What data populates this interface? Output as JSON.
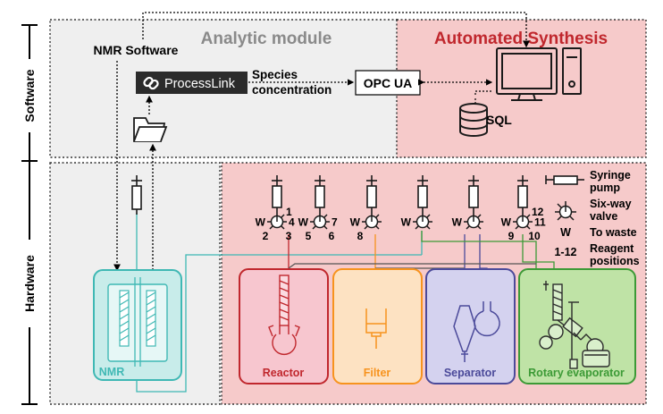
{
  "sections": {
    "software": "Software",
    "hardware": "Hardware"
  },
  "modules": {
    "analytic": "Analytic module",
    "automated": "Automated Synthesis"
  },
  "software_labels": {
    "nmr_software": "NMR Software",
    "processlink": "ProcessLink",
    "species_line1": "Species",
    "species_line2": "concentration",
    "opcua": "OPC UA",
    "sql": "SQL"
  },
  "valves": [
    {
      "left": "W",
      "ports": [
        "1",
        "2",
        "3",
        "4"
      ]
    },
    {
      "left": "W",
      "ports": [
        "",
        "5",
        "6",
        "7"
      ]
    },
    {
      "left": "W",
      "ports": [
        "",
        "8",
        "",
        ""
      ]
    },
    {
      "left": "W",
      "ports": [
        "",
        "",
        "",
        ""
      ]
    },
    {
      "left": "W",
      "ports": [
        "",
        "",
        "",
        ""
      ]
    },
    {
      "left": "W",
      "ports": [
        "12",
        "9",
        "10",
        "11"
      ]
    }
  ],
  "legend": {
    "syringe_line1": "Syringe",
    "syringe_line2": "pump",
    "valve_line1": "Six-way",
    "valve_line2": "valve",
    "w_symbol": "W",
    "waste": "To waste",
    "range": "1-12",
    "reagent_line1": "Reagent",
    "reagent_line2": "positions"
  },
  "units": {
    "nmr": "NMR",
    "reactor": "Reactor",
    "filter": "Filter",
    "separator": "Separator",
    "rotavap": "Rotary evaporator"
  },
  "colors": {
    "analytic_bg": "#efefef",
    "synthesis_bg": "#f6caca",
    "synthesis_title": "#c0272d",
    "nmr": "#3fb8b4",
    "nmr_fill": "#c8ecea",
    "reactor": "#c0272d",
    "reactor_fill": "#f7c6cf",
    "filter": "#f7931e",
    "filter_fill": "#fde2c2",
    "separator": "#4b4a9a",
    "separator_fill": "#d4d2ef",
    "rotavap": "#3c9a36",
    "rotavap_fill": "#bfe3a6"
  }
}
